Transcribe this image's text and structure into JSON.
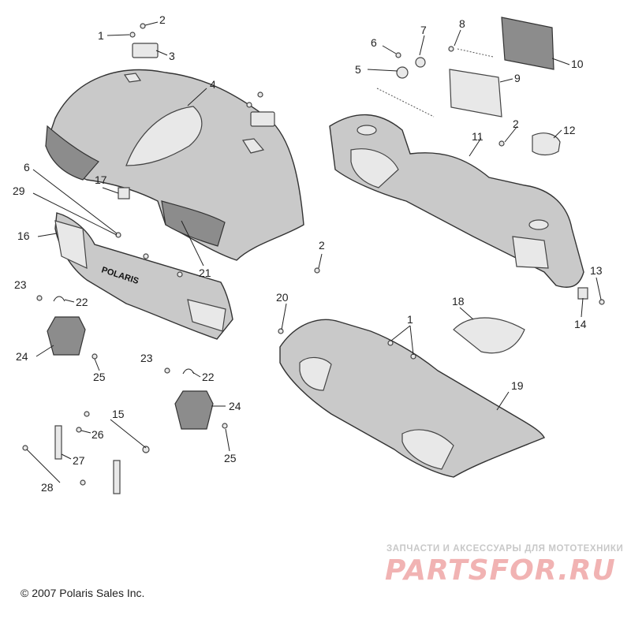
{
  "labels": [
    "1",
    "2",
    "3",
    "4",
    "5",
    "6",
    "7",
    "8",
    "9",
    "10",
    "11",
    "12",
    "13",
    "14",
    "15",
    "16",
    "17",
    "18",
    "19",
    "20",
    "21",
    "22",
    "23",
    "24",
    "25",
    "26",
    "27",
    "28",
    "29"
  ],
  "copyright": "© 2007 Polaris Sales Inc.",
  "watermark": {
    "tagline": "ЗАПЧАСТИ И АКСЕССУАРЫ ДЛЯ МОТОТЕХНИКИ",
    "logo": "PARTSFOR.RU"
  },
  "bumper_text": "POLARIS"
}
